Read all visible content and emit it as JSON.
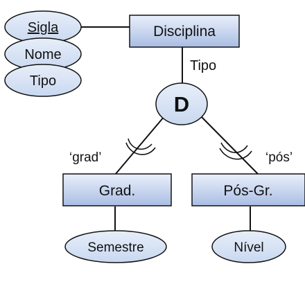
{
  "diagram": {
    "entity": {
      "name": "Disciplina"
    },
    "attributes": [
      {
        "label": "Sigla",
        "underlined": true
      },
      {
        "label": "Nome",
        "underlined": false
      },
      {
        "label": "Tipo",
        "underlined": false
      }
    ],
    "discriminator_label": "Tipo",
    "specialization": {
      "symbol": "D"
    },
    "subclasses": [
      {
        "name": "Grad.",
        "condition": "‘grad’",
        "attribute": "Semestre"
      },
      {
        "name": "Pós-Gr.",
        "condition": "‘pós’",
        "attribute": "Nível"
      }
    ]
  },
  "colors": {
    "entity_fill_light": "#eaf0fb",
    "entity_fill_dark": "#a9bde3",
    "attribute_fill": "#dbe6f7",
    "line": "#111111"
  }
}
